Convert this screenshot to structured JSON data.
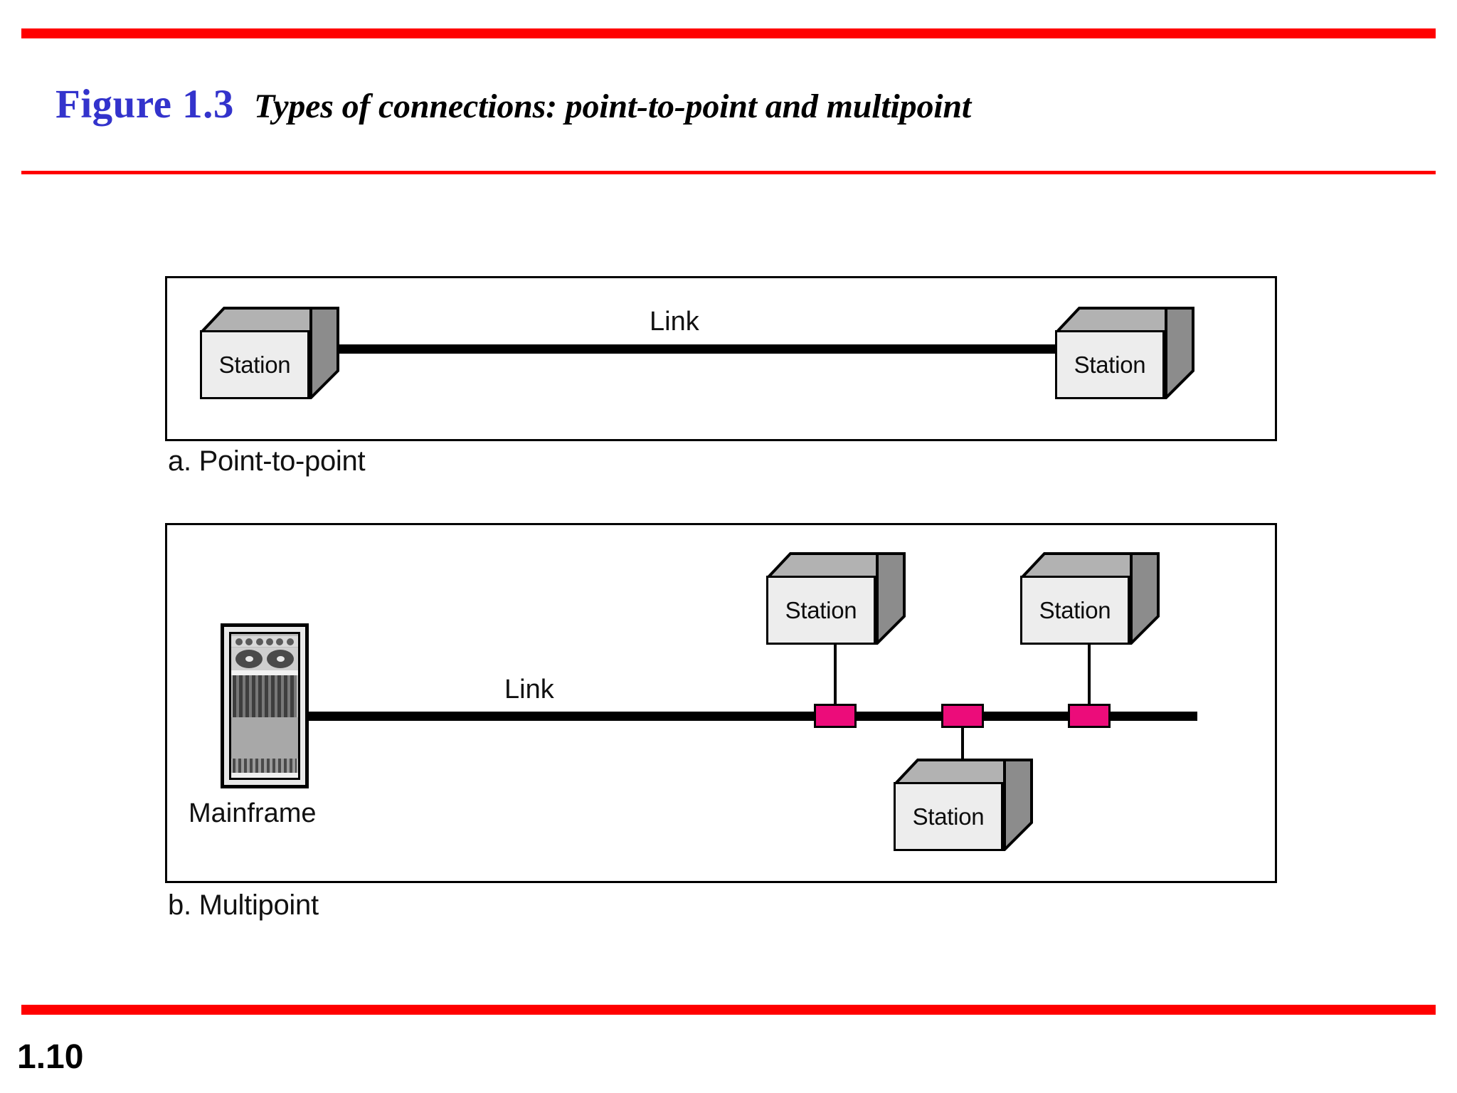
{
  "page": {
    "number": "1.10",
    "background": "#FFFFFF",
    "rule_color": "#FF0000"
  },
  "title": {
    "figure_label": "Figure 1.3",
    "figure_label_color": "#3333CC",
    "caption": "Types of connections: point-to-point and multipoint",
    "caption_color": "#000000"
  },
  "diagram": {
    "colors": {
      "tap": "#EC0C7A",
      "link": "#000000",
      "box_front": "#EDEDED",
      "box_top": "#B2B2B2",
      "box_side": "#8C8C8C",
      "outline": "#000000"
    },
    "panel_a": {
      "caption": "a. Point-to-point",
      "link_label": "Link",
      "nodes": [
        {
          "label": "Station",
          "icon": "station-box-icon",
          "position": "left"
        },
        {
          "label": "Station",
          "icon": "station-box-icon",
          "position": "right"
        }
      ]
    },
    "panel_b": {
      "caption": "b. Multipoint",
      "link_label": "Link",
      "mainframe": {
        "label": "Mainframe",
        "icon": "mainframe-icon"
      },
      "nodes": [
        {
          "label": "Station",
          "icon": "station-box-icon",
          "position": "above-left"
        },
        {
          "label": "Station",
          "icon": "station-box-icon",
          "position": "below-center"
        },
        {
          "label": "Station",
          "icon": "station-box-icon",
          "position": "above-right"
        }
      ],
      "taps": [
        {
          "name": "tap-1",
          "color": "#EC0C7A"
        },
        {
          "name": "tap-2",
          "color": "#EC0C7A"
        },
        {
          "name": "tap-3",
          "color": "#EC0C7A"
        }
      ]
    }
  }
}
